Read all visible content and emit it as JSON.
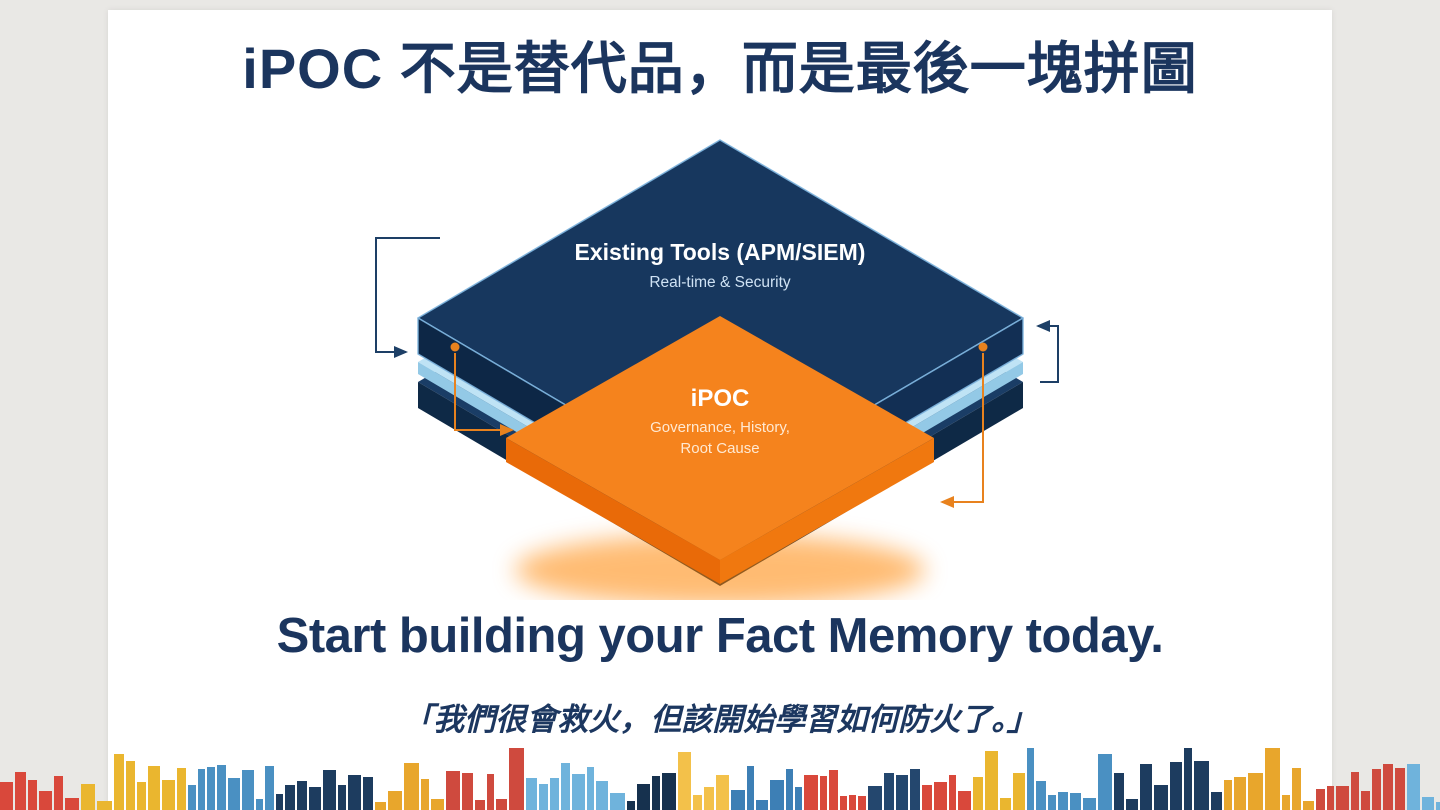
{
  "slide": {
    "title": "iPOC 不是替代品，而是最後一塊拼圖",
    "headline": "Start building your Fact Memory today.",
    "quote": "「我們很會救火，但該開始學習如何防火了。」"
  },
  "diagram": {
    "existing_tools": {
      "label": "Existing Tools (APM/SIEM)",
      "sublabel": "Real-time & Security"
    },
    "ipoc": {
      "label": "iPOC",
      "sublabel_line1": "Governance, History,",
      "sublabel_line2": "Root Cause"
    },
    "colors": {
      "navy_top": "#17375e",
      "navy_front_left": "#0d2746",
      "navy_front_right": "#122f54",
      "navy_inner": "#0f2b4c",
      "light_blue_top": "#bfe3f5",
      "light_blue_front": "#93c9e6",
      "bottom_navy_top": "#1a3d66",
      "bottom_navy_front": "#0e2946",
      "orange_top": "#f5831d",
      "orange_front_left": "#e96a08",
      "orange_front_right": "#f0780f",
      "orange_glow": "#ff8400",
      "connector_dark": "#1d3f66",
      "connector_orange": "#e8821e"
    }
  },
  "skyline": {
    "palette": [
      "#d9483b",
      "#eab62f",
      "#4a90c2",
      "#1d3c5f",
      "#e8a62c",
      "#cf4a3e",
      "#6fb3dc",
      "#16314e",
      "#f3c14a",
      "#3d7fb5",
      "#d9483b",
      "#24476e"
    ]
  }
}
